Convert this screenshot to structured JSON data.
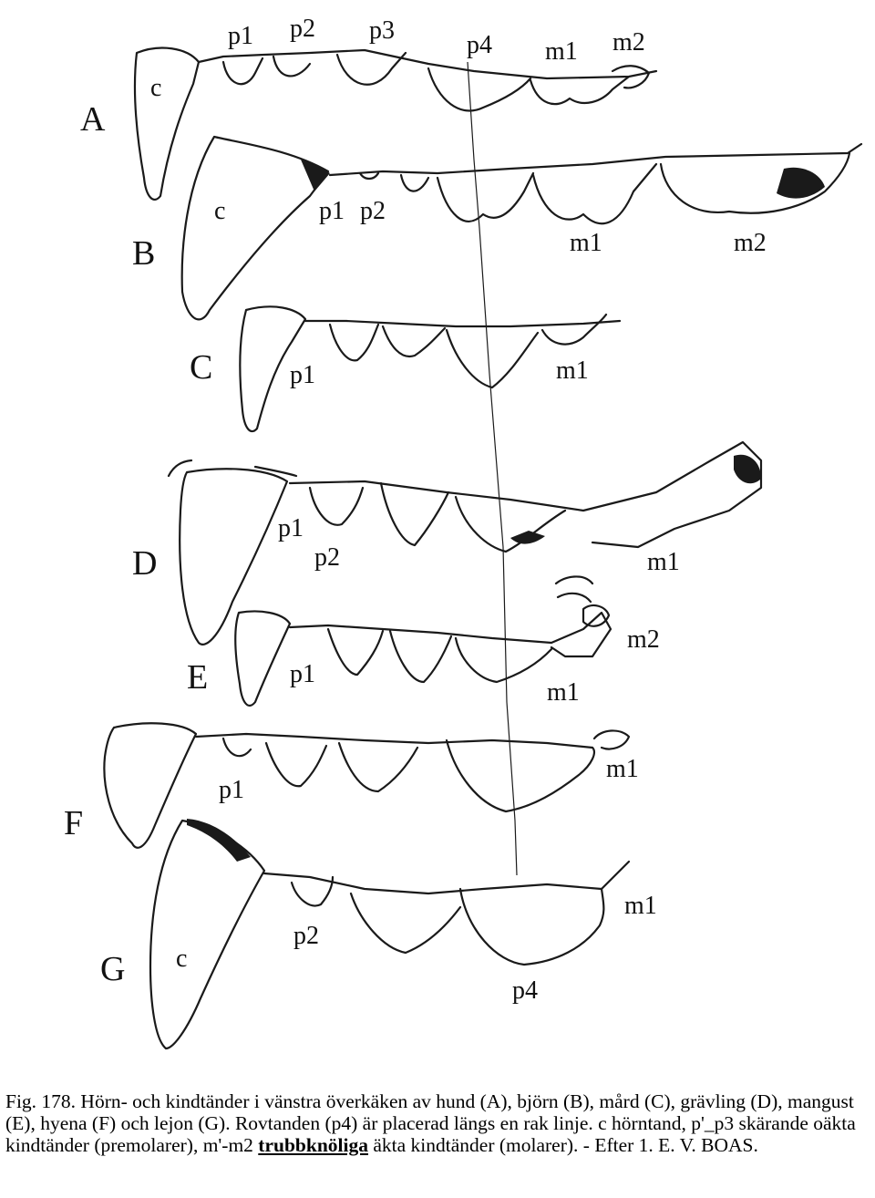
{
  "figure": {
    "row_labels": [
      "A",
      "B",
      "C",
      "D",
      "E",
      "F",
      "G"
    ],
    "rows": [
      {
        "letter": "A",
        "teeth": [
          "c",
          "p1",
          "p2",
          "p3",
          "p4",
          "m1",
          "m2"
        ]
      },
      {
        "letter": "B",
        "teeth": [
          "c",
          "p1",
          "p2",
          "m1",
          "m2"
        ]
      },
      {
        "letter": "C",
        "teeth": [
          "p1",
          "m1"
        ]
      },
      {
        "letter": "D",
        "teeth": [
          "p1",
          "p2",
          "m1"
        ]
      },
      {
        "letter": "E",
        "teeth": [
          "p1",
          "m2",
          "m1"
        ]
      },
      {
        "letter": "F",
        "teeth": [
          "p1",
          "m1"
        ]
      },
      {
        "letter": "G",
        "teeth": [
          "c",
          "p2",
          "m1",
          "p4"
        ]
      }
    ]
  },
  "caption": {
    "text_before": "Fig. 178. Hörn- och kindtänder i vänstra överkäken av hund (A), björn (B), mård (C), grävling (D), mangust (E), hyena (F) och lejon (G). Rovtanden (p4) är placerad längs en rak linje. c hörntand, p'_p3 skärande oäkta kindtänder (premolarer), m'-m2 ",
    "emphasis": "trubbknöliga",
    "text_after": " äkta kindtänder (molarer). - Efter 1. E. V. BOAS."
  }
}
